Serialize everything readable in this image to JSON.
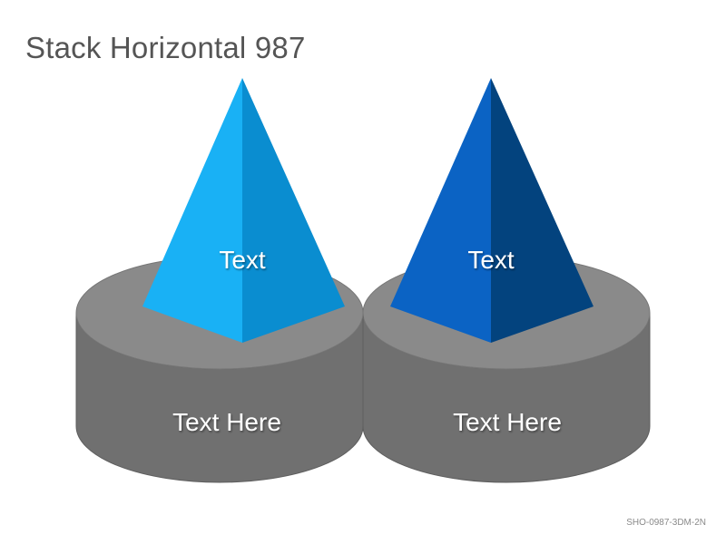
{
  "title": "Stack Horizontal 987",
  "items": [
    {
      "pyramid_label": "Text",
      "base_label": "Text Here"
    },
    {
      "pyramid_label": "Text",
      "base_label": "Text Here"
    }
  ],
  "footer_code": "SHO-0987-3DM-2N",
  "colors": {
    "base_side": "#707070",
    "base_top": "#8a8a8a",
    "pyramid1_light": "#19b1f5",
    "pyramid1_dark": "#0a8dd0",
    "pyramid2_light": "#0b63c4",
    "pyramid2_dark": "#03437e"
  }
}
